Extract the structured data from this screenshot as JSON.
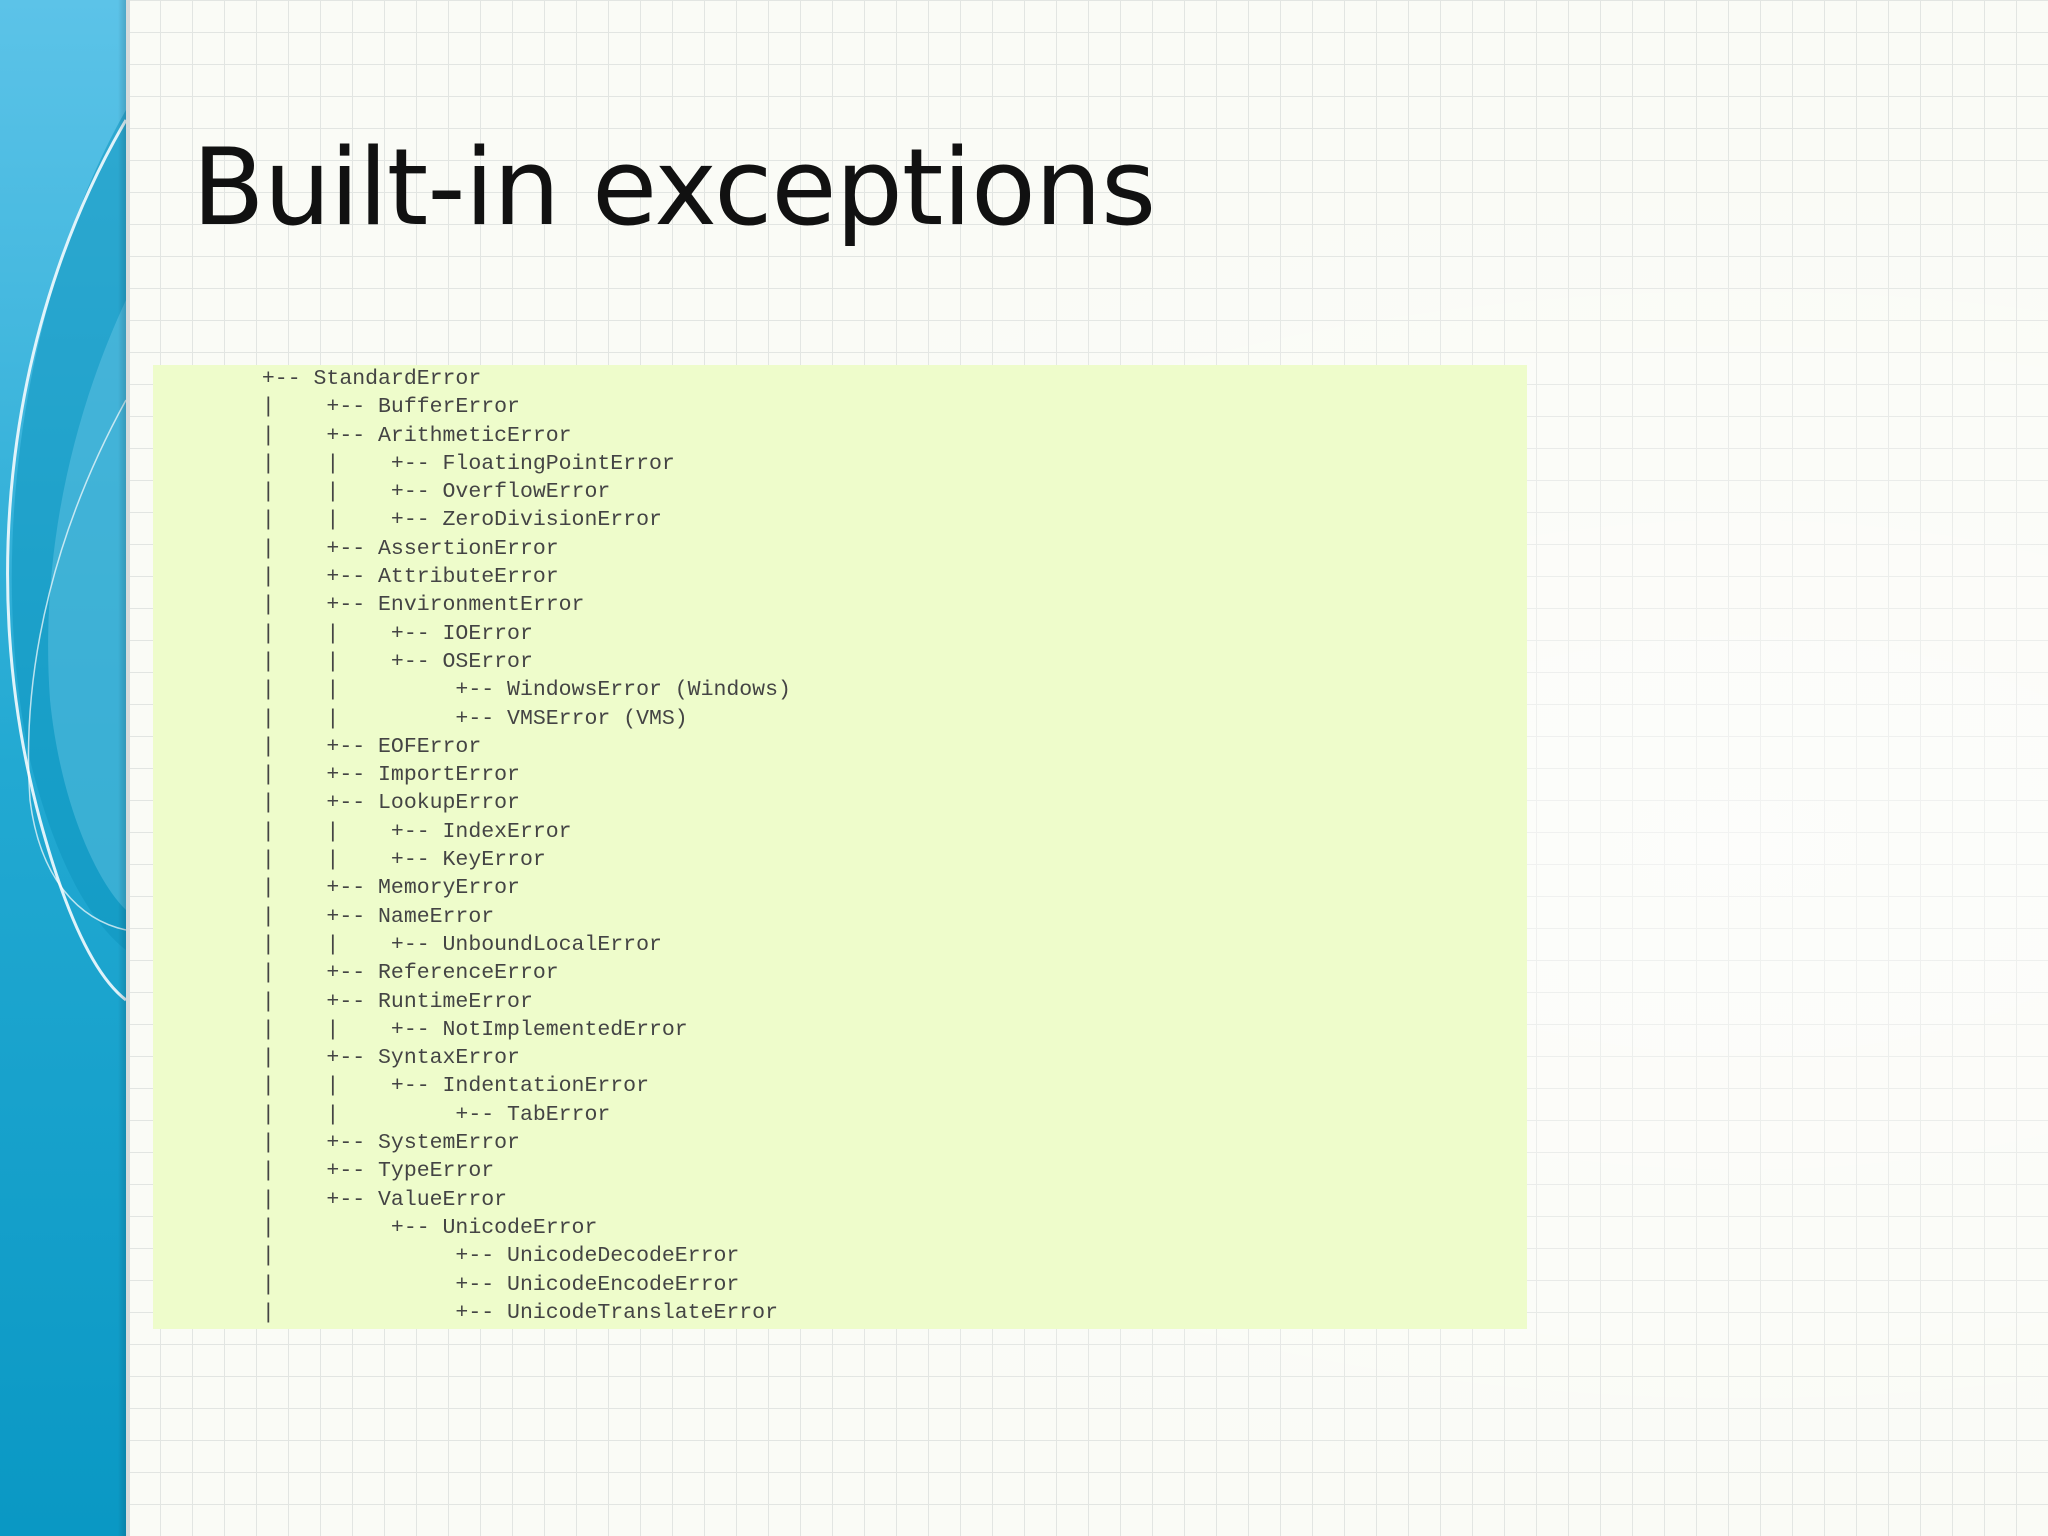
{
  "slide": {
    "title": "Built-in exceptions",
    "accent_color": "#1aa6cf",
    "panel_color": "#eefccb"
  },
  "hierarchy_lines": [
    " +-- StandardError",
    " |    +-- BufferError",
    " |    +-- ArithmeticError",
    " |    |    +-- FloatingPointError",
    " |    |    +-- OverflowError",
    " |    |    +-- ZeroDivisionError",
    " |    +-- AssertionError",
    " |    +-- AttributeError",
    " |    +-- EnvironmentError",
    " |    |    +-- IOError",
    " |    |    +-- OSError",
    " |    |         +-- WindowsError (Windows)",
    " |    |         +-- VMSError (VMS)",
    " |    +-- EOFError",
    " |    +-- ImportError",
    " |    +-- LookupError",
    " |    |    +-- IndexError",
    " |    |    +-- KeyError",
    " |    +-- MemoryError",
    " |    +-- NameError",
    " |    |    +-- UnboundLocalError",
    " |    +-- ReferenceError",
    " |    +-- RuntimeError",
    " |    |    +-- NotImplementedError",
    " |    +-- SyntaxError",
    " |    |    +-- IndentationError",
    " |    |         +-- TabError",
    " |    +-- SystemError",
    " |    +-- TypeError",
    " |    +-- ValueError",
    " |         +-- UnicodeError",
    " |              +-- UnicodeDecodeError",
    " |              +-- UnicodeEncodeError",
    " |              +-- UnicodeTranslateError"
  ]
}
